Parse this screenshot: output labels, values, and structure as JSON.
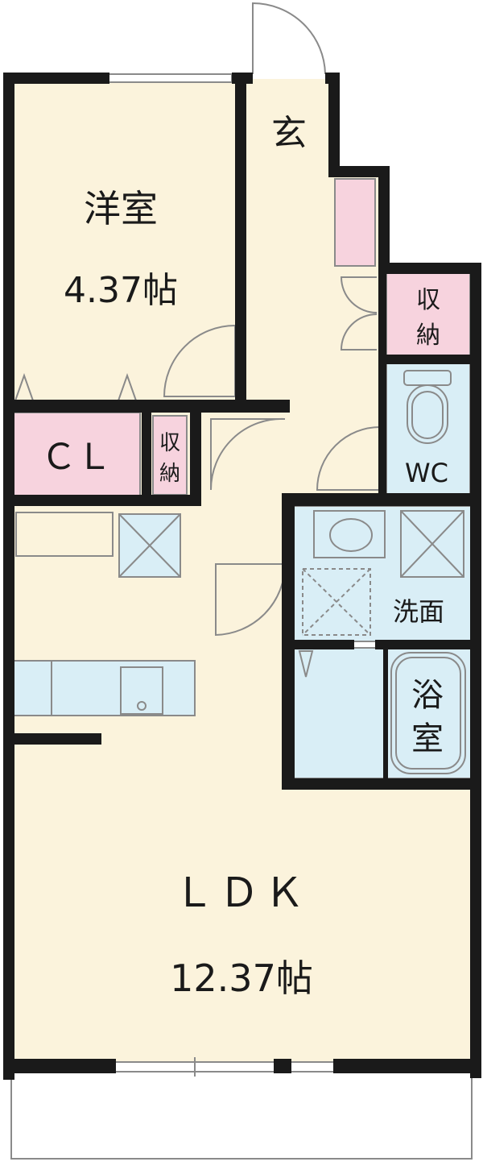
{
  "colors": {
    "floor": "#fbf3dc",
    "wet_area": "#d9eef6",
    "storage": "#f7d3de",
    "wall": "#1a1a1a",
    "fixture_line": "#8a8a8a",
    "balcony": "#ffffff"
  },
  "rooms": {
    "western_room": {
      "name": "洋室",
      "area": "4.37帖"
    },
    "entrance": {
      "name": "玄"
    },
    "storage_hall": {
      "line1": "収",
      "line2": "納"
    },
    "closet": {
      "name": "ＣＬ"
    },
    "storage_small": {
      "line1": "収",
      "line2": "納"
    },
    "toilet": {
      "name": "WC"
    },
    "washroom": {
      "name": "洗面"
    },
    "bathroom": {
      "line1": "浴",
      "line2": "室"
    },
    "ldk": {
      "name": "ＬＤＫ",
      "area": "12.37帖"
    }
  }
}
